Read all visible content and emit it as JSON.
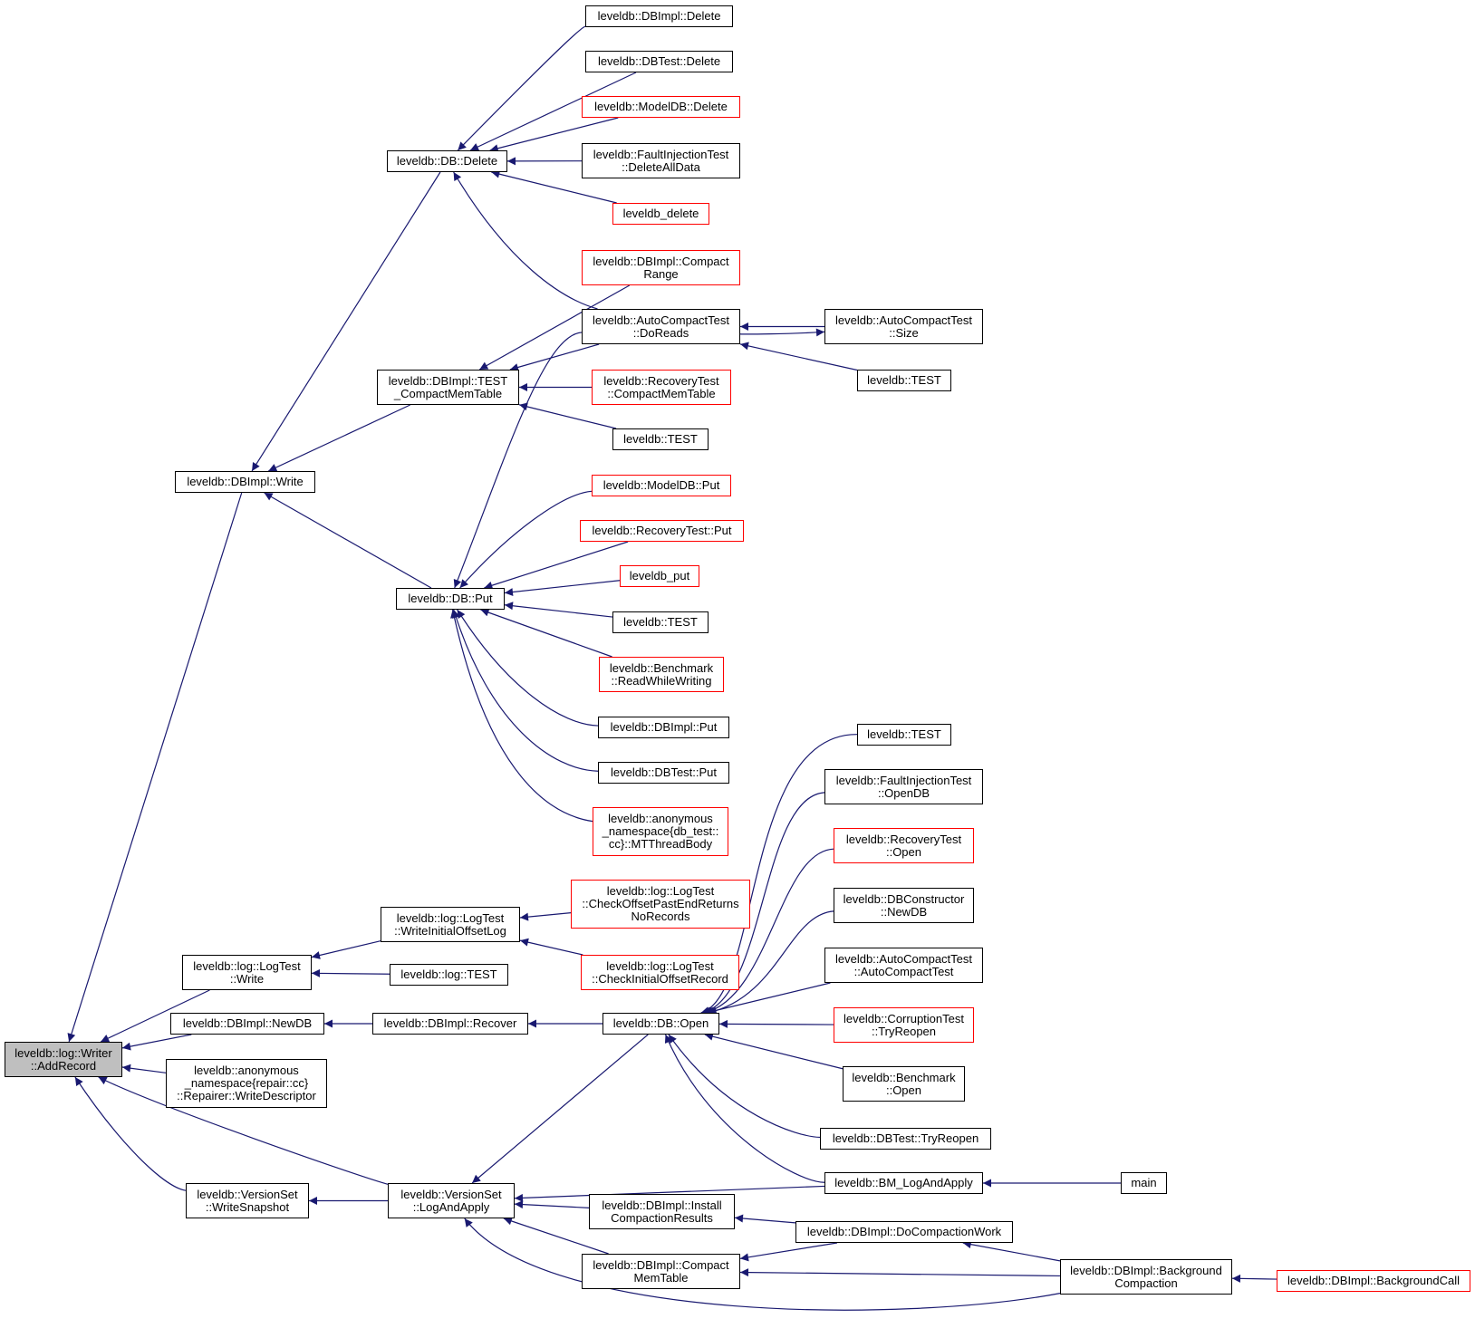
{
  "colors": {
    "edge": "#191970",
    "box": "#000000",
    "truncated": "#ff0000",
    "focus_fill": "#bfbfbf"
  },
  "nodes": [
    {
      "id": "addrecord",
      "label": "leveldb::log::Writer\n::AddRecord",
      "style": "focus"
    },
    {
      "id": "dbimpl_write",
      "label": "leveldb::DBImpl::Write",
      "style": "normal"
    },
    {
      "id": "db_delete",
      "label": "leveldb::DB::Delete",
      "style": "normal"
    },
    {
      "id": "dbimpl_delete",
      "label": "leveldb::DBImpl::Delete",
      "style": "normal"
    },
    {
      "id": "dbtest_delete",
      "label": "leveldb::DBTest::Delete",
      "style": "normal"
    },
    {
      "id": "modeldb_delete",
      "label": "leveldb::ModelDB::Delete",
      "style": "red"
    },
    {
      "id": "fi_deletealldata",
      "label": "leveldb::FaultInjectionTest\n::DeleteAllData",
      "style": "normal"
    },
    {
      "id": "leveldb_delete",
      "label": "leveldb_delete",
      "style": "red"
    },
    {
      "id": "compactrange",
      "label": "leveldb::DBImpl::Compact\nRange",
      "style": "red"
    },
    {
      "id": "ac_doreads",
      "label": "leveldb::AutoCompactTest\n::DoReads",
      "style": "normal"
    },
    {
      "id": "ac_size",
      "label": "leveldb::AutoCompactTest\n::Size",
      "style": "normal"
    },
    {
      "id": "test_a",
      "label": "leveldb::TEST",
      "style": "normal"
    },
    {
      "id": "test_compactmem",
      "label": "leveldb::DBImpl::TEST\n_CompactMemTable",
      "style": "normal"
    },
    {
      "id": "rt_compactmem",
      "label": "leveldb::RecoveryTest\n::CompactMemTable",
      "style": "red"
    },
    {
      "id": "test_b",
      "label": "leveldb::TEST",
      "style": "normal"
    },
    {
      "id": "modeldb_put",
      "label": "leveldb::ModelDB::Put",
      "style": "red"
    },
    {
      "id": "rt_put",
      "label": "leveldb::RecoveryTest::Put",
      "style": "red"
    },
    {
      "id": "db_put",
      "label": "leveldb::DB::Put",
      "style": "normal"
    },
    {
      "id": "leveldb_put",
      "label": "leveldb_put",
      "style": "red"
    },
    {
      "id": "test_c",
      "label": "leveldb::TEST",
      "style": "normal"
    },
    {
      "id": "bm_rww",
      "label": "leveldb::Benchmark\n::ReadWhileWriting",
      "style": "red"
    },
    {
      "id": "dbimpl_put",
      "label": "leveldb::DBImpl::Put",
      "style": "normal"
    },
    {
      "id": "dbtest_put",
      "label": "leveldb::DBTest::Put",
      "style": "normal"
    },
    {
      "id": "mtthreadbody",
      "label": "leveldb::anonymous\n_namespace{db_test::\ncc}::MTThreadBody",
      "style": "red"
    },
    {
      "id": "test_d",
      "label": "leveldb::TEST",
      "style": "normal"
    },
    {
      "id": "fi_opendb",
      "label": "leveldb::FaultInjectionTest\n::OpenDB",
      "style": "normal"
    },
    {
      "id": "rt_open",
      "label": "leveldb::RecoveryTest\n::Open",
      "style": "red"
    },
    {
      "id": "dbc_newdb",
      "label": "leveldb::DBConstructor\n::NewDB",
      "style": "normal"
    },
    {
      "id": "lt_offsetpastend",
      "label": "leveldb::log::LogTest\n::CheckOffsetPastEndReturns\nNoRecords",
      "style": "red"
    },
    {
      "id": "lt_writeinitial",
      "label": "leveldb::log::LogTest\n::WriteInitialOffsetLog",
      "style": "normal"
    },
    {
      "id": "ac_autocompact",
      "label": "leveldb::AutoCompactTest\n::AutoCompactTest",
      "style": "normal"
    },
    {
      "id": "lt_checkinitial",
      "label": "leveldb::log::LogTest\n::CheckInitialOffsetRecord",
      "style": "red"
    },
    {
      "id": "lt_write",
      "label": "leveldb::log::LogTest\n::Write",
      "style": "normal"
    },
    {
      "id": "log_test",
      "label": "leveldb::log::TEST",
      "style": "normal"
    },
    {
      "id": "dbimpl_newdb",
      "label": "leveldb::DBImpl::NewDB",
      "style": "normal"
    },
    {
      "id": "dbimpl_recover",
      "label": "leveldb::DBImpl::Recover",
      "style": "normal"
    },
    {
      "id": "db_open",
      "label": "leveldb::DB::Open",
      "style": "normal"
    },
    {
      "id": "ct_tryreopen",
      "label": "leveldb::CorruptionTest\n::TryReopen",
      "style": "red"
    },
    {
      "id": "repair_writedesc",
      "label": "leveldb::anonymous\n_namespace{repair::cc}\n::Repairer::WriteDescriptor",
      "style": "normal"
    },
    {
      "id": "bm_open",
      "label": "leveldb::Benchmark\n::Open",
      "style": "normal"
    },
    {
      "id": "dbtest_tryreopen",
      "label": "leveldb::DBTest::TryReopen",
      "style": "normal"
    },
    {
      "id": "bm_logandapply",
      "label": "leveldb::BM_LogAndApply",
      "style": "normal"
    },
    {
      "id": "main",
      "label": "main",
      "style": "normal"
    },
    {
      "id": "vs_writesnapshot",
      "label": "leveldb::VersionSet\n::WriteSnapshot",
      "style": "normal"
    },
    {
      "id": "vs_logandapply",
      "label": "leveldb::VersionSet\n::LogAndApply",
      "style": "normal"
    },
    {
      "id": "install_compaction",
      "label": "leveldb::DBImpl::Install\nCompactionResults",
      "style": "normal"
    },
    {
      "id": "docompactionwork",
      "label": "leveldb::DBImpl::DoCompactionWork",
      "style": "normal"
    },
    {
      "id": "compact_memtable",
      "label": "leveldb::DBImpl::Compact\nMemTable",
      "style": "normal"
    },
    {
      "id": "bg_compaction",
      "label": "leveldb::DBImpl::Background\nCompaction",
      "style": "normal"
    },
    {
      "id": "bg_call",
      "label": "leveldb::DBImpl::BackgroundCall",
      "style": "red"
    }
  ],
  "edges": [
    [
      "addrecord",
      "dbimpl_write"
    ],
    [
      "addrecord",
      "lt_write"
    ],
    [
      "addrecord",
      "dbimpl_newdb"
    ],
    [
      "addrecord",
      "repair_writedesc"
    ],
    [
      "addrecord",
      "vs_writesnapshot"
    ],
    [
      "addrecord",
      "vs_logandapply"
    ],
    [
      "dbimpl_write",
      "db_delete"
    ],
    [
      "dbimpl_write",
      "test_compactmem"
    ],
    [
      "dbimpl_write",
      "db_put"
    ],
    [
      "db_delete",
      "dbimpl_delete"
    ],
    [
      "db_delete",
      "dbtest_delete"
    ],
    [
      "db_delete",
      "modeldb_delete"
    ],
    [
      "db_delete",
      "fi_deletealldata"
    ],
    [
      "db_delete",
      "leveldb_delete"
    ],
    [
      "db_delete",
      "ac_doreads"
    ],
    [
      "test_compactmem",
      "compactrange"
    ],
    [
      "test_compactmem",
      "ac_doreads"
    ],
    [
      "test_compactmem",
      "rt_compactmem"
    ],
    [
      "test_compactmem",
      "test_b"
    ],
    [
      "ac_doreads",
      "ac_size"
    ],
    [
      "ac_doreads",
      "test_a"
    ],
    [
      "ac_size",
      "ac_doreads"
    ],
    [
      "db_put",
      "ac_doreads"
    ],
    [
      "db_put",
      "modeldb_put"
    ],
    [
      "db_put",
      "rt_put"
    ],
    [
      "db_put",
      "leveldb_put"
    ],
    [
      "db_put",
      "test_c"
    ],
    [
      "db_put",
      "bm_rww"
    ],
    [
      "db_put",
      "dbimpl_put"
    ],
    [
      "db_put",
      "dbtest_put"
    ],
    [
      "db_put",
      "mtthreadbody"
    ],
    [
      "lt_write",
      "lt_writeinitial"
    ],
    [
      "lt_write",
      "log_test"
    ],
    [
      "lt_writeinitial",
      "lt_offsetpastend"
    ],
    [
      "lt_writeinitial",
      "lt_checkinitial"
    ],
    [
      "dbimpl_newdb",
      "dbimpl_recover"
    ],
    [
      "dbimpl_recover",
      "db_open"
    ],
    [
      "db_open",
      "test_d"
    ],
    [
      "db_open",
      "fi_opendb"
    ],
    [
      "db_open",
      "rt_open"
    ],
    [
      "db_open",
      "dbc_newdb"
    ],
    [
      "db_open",
      "ac_autocompact"
    ],
    [
      "db_open",
      "ct_tryreopen"
    ],
    [
      "db_open",
      "bm_open"
    ],
    [
      "db_open",
      "dbtest_tryreopen"
    ],
    [
      "db_open",
      "bm_logandapply"
    ],
    [
      "vs_writesnapshot",
      "vs_logandapply"
    ],
    [
      "vs_logandapply",
      "db_open"
    ],
    [
      "vs_logandapply",
      "bm_logandapply"
    ],
    [
      "vs_logandapply",
      "install_compaction"
    ],
    [
      "vs_logandapply",
      "compact_memtable"
    ],
    [
      "vs_logandapply",
      "bg_compaction"
    ],
    [
      "bm_logandapply",
      "main"
    ],
    [
      "install_compaction",
      "docompactionwork"
    ],
    [
      "docompactionwork",
      "bg_compaction"
    ],
    [
      "compact_memtable",
      "docompactionwork"
    ],
    [
      "compact_memtable",
      "bg_compaction"
    ],
    [
      "bg_compaction",
      "bg_call"
    ]
  ]
}
